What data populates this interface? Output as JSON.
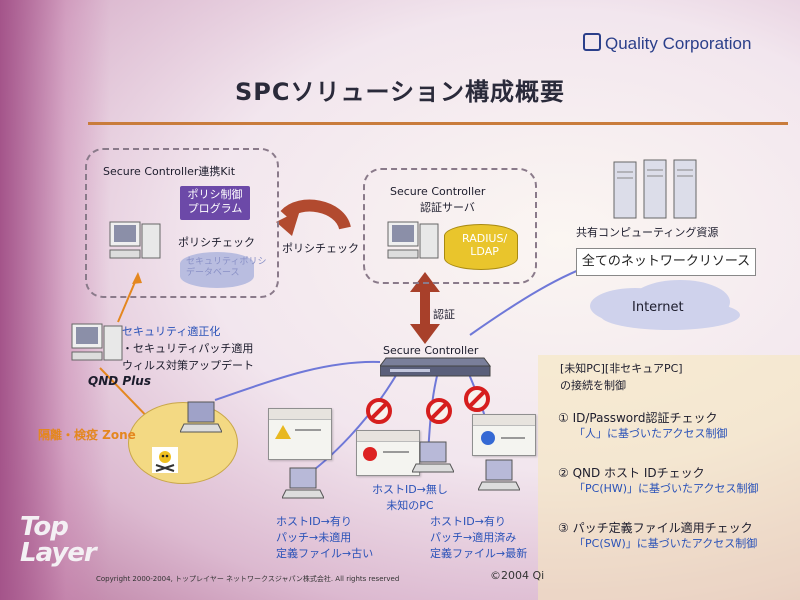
{
  "title": "SPCソリューション構成概要",
  "logo": "Quality Corporation",
  "kit": {
    "label": "Secure Controller連携Kit",
    "policy_box": [
      "ポリシ制御",
      "プログラム"
    ],
    "policy_check": "ポリシチェック",
    "db_text": [
      "セキュリティポリシ",
      "データベース"
    ]
  },
  "server": {
    "label1": "Secure Controller",
    "label2": "認証サーバ",
    "db": [
      "RADIUS/",
      "LDAP"
    ]
  },
  "arrow_policy_check": "ポリシチェック",
  "auth_label": "認証",
  "device_label": "Secure Controller",
  "shared": {
    "label": "共有コンピューティング資源",
    "all_resources": "全てのネットワークリソース",
    "internet": "Internet"
  },
  "qnd": {
    "label": "QND Plus",
    "items": [
      "セキュリティ適正化",
      "・セキュリティパッチ適用",
      "ウィルス対策アップデート"
    ]
  },
  "quarantine": "隔離・検疫 Zone",
  "host1": [
    "ホストID→有り",
    "パッチ→未適用",
    "定義ファイル→古い"
  ],
  "host2": [
    "ホストID→無し",
    "未知のPC"
  ],
  "host3": [
    "ホストID→有り",
    "パッチ→適用済み",
    "定義ファイル→最新"
  ],
  "panel": {
    "head": [
      "[未知PC][非セキュアPC]",
      "の接続を制御"
    ],
    "items": [
      {
        "title": "① ID/Password認証チェック",
        "sub": "「人」に基づいたアクセス制御"
      },
      {
        "title": "② QND ホスト IDチェック",
        "sub": "「PC(HW)」に基づいたアクセス制御"
      },
      {
        "title": "③ パッチ定義ファイル適用チェック",
        "sub": "「PC(SW)」に基づいたアクセス制御"
      }
    ]
  },
  "footer": "Copyright 2000-2004, トップレイヤー ネットワークスジャパン株式会社. All rights reserved",
  "copyright2": "©2004 Qi",
  "toplayer": [
    "Top",
    "Layer"
  ],
  "colors": {
    "accent_orange": "#e4871f",
    "text_blue": "#2a52b8",
    "arrow_red": "#a8402a",
    "line_blue": "#6f78d8"
  }
}
